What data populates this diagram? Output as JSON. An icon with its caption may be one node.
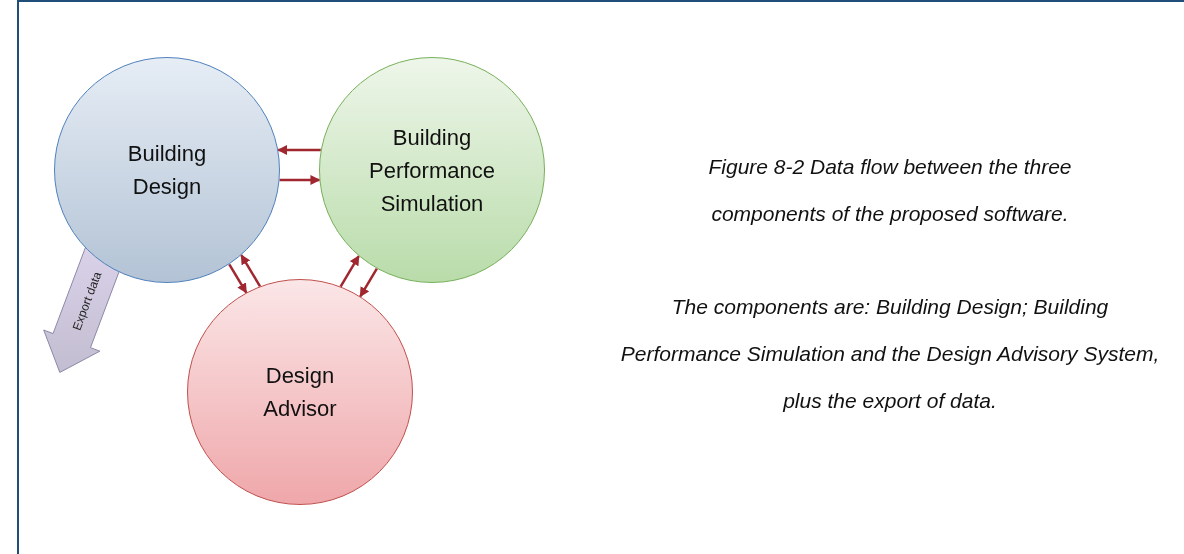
{
  "diagram": {
    "caption": "Figure 8-2 Data flow between the three components of the proposed software.",
    "nodes": [
      {
        "text": [
          "Building Design"
        ]
      },
      {
        "text": [
          "Building Performance Simulation"
        ]
      },
      {
        "text": [
          "Design Advisor"
        ]
      }
    ],
    "edges": [
      {
        "from": 1,
        "to": 0,
        "arrow": "to"
      },
      {
        "from": 0,
        "to": 1,
        "arrow": "to"
      },
      {
        "from": 0,
        "to": 2,
        "arrow": "to"
      },
      {
        "from": 2,
        "to": 0,
        "arrow": "to"
      },
      {
        "from": 2,
        "to": 1,
        "arrow": "to"
      },
      {
        "from": 1,
        "to": 2,
        "arrow": "to"
      },
      {
        "from": 0,
        "to": null,
        "arrow": "to",
        "label": "Export data",
        "style": "thick",
        "color": "#d9d2e9"
      }
    ],
    "labels": [
      "The components are: Building Design; Building Performance Simulation and the Design Advisory System, plus the export of data."
    ]
  }
}
